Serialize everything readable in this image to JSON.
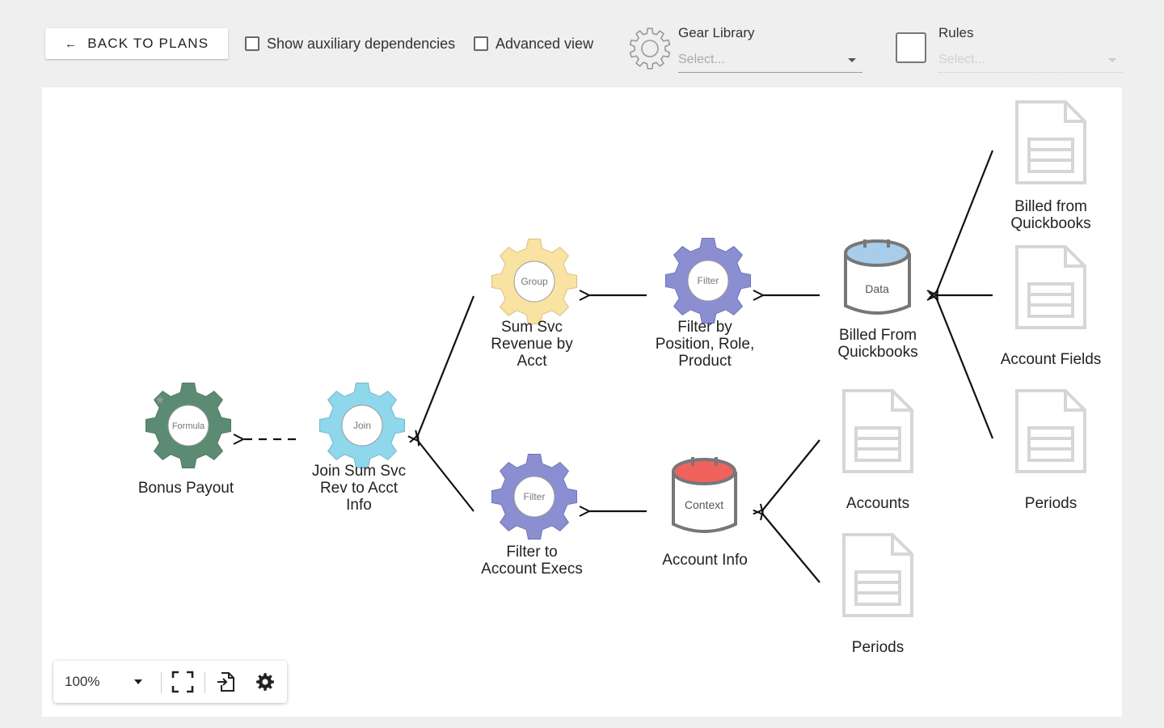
{
  "toolbar": {
    "back_label": "BACK TO PLANS",
    "show_aux_label": "Show auxiliary dependencies",
    "advanced_view_label": "Advanced view",
    "gear_library": {
      "label": "Gear Library",
      "placeholder": "Select..."
    },
    "rules": {
      "label": "Rules",
      "placeholder": "Select..."
    }
  },
  "graph": {
    "nodes": {
      "bonus_payout": {
        "label": "Bonus Payout",
        "kind": "Formula"
      },
      "join_sum": {
        "label": "Join Sum Svc\nRev to Acct\nInfo",
        "kind": "Join"
      },
      "sum_svc": {
        "label": "Sum Svc\nRevenue by\nAcct",
        "kind": "Group"
      },
      "filter_position": {
        "label": "Filter by\nPosition, Role,\nProduct",
        "kind": "Filter"
      },
      "billed_from_qb": {
        "label": "Billed From\nQuickbooks",
        "kind": "Data"
      },
      "filter_execs": {
        "label": "Filter to\nAccount Execs",
        "kind": "Filter"
      },
      "account_info": {
        "label": "Account Info",
        "kind": "Context"
      },
      "src_billed": {
        "label": "Billed from\nQuickbooks"
      },
      "src_account_fields": {
        "label": "Account Fields"
      },
      "src_periods_right": {
        "label": "Periods"
      },
      "src_accounts": {
        "label": "Accounts"
      },
      "src_periods_bottom": {
        "label": "Periods"
      }
    }
  },
  "zoom": {
    "value": "100%"
  },
  "colors": {
    "formula": "#5b8c73",
    "join": "#8fd7ea",
    "group": "#f9e3a3",
    "filter": "#8b8fd1",
    "data_top": "#a8cdea",
    "context_top": "#f0625e",
    "doc_stroke": "#d8d8d8"
  }
}
